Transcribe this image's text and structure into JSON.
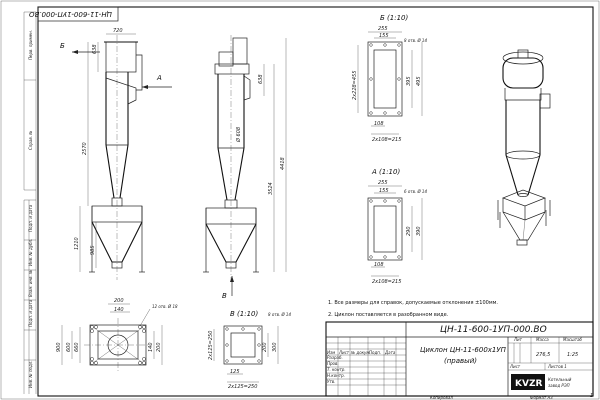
{
  "title_block": {
    "designation": "ЦН-11-600-1УП-000.ВО",
    "designation_rotated": "ЦН-11-600-1УП-000.ВО",
    "name_line1": "Циклон ЦН-11-600х1УП",
    "name_line2": "(правый)",
    "col_lit": "Лит",
    "col_mass": "Масса",
    "col_scale": "Масштаб",
    "mass": "276,5",
    "scale": "1:25",
    "sheet": "Лист",
    "sheets": "Листов 1",
    "row_izm": "Изм",
    "row_list": "Лист",
    "row_docnum": "№ докум.",
    "row_sign": "Подп.",
    "row_date": "Дата",
    "roles": [
      "Разраб.",
      "Пров.",
      "Т. контр.",
      "Н.контр.",
      "Утв."
    ],
    "logo": "KVZR",
    "company_line1": "Котельный",
    "company_line2": "завод РЭП",
    "copied": "Копировал",
    "format": "Формат А3"
  },
  "side_labels": [
    "Перв. примен.",
    "Справ. №",
    "Подп. и дата",
    "Инв. № дубл.",
    "Взам. инв. №",
    "Подп. и дата",
    "Инв. № подл."
  ],
  "notes": [
    "1. Все размеры для справок, допускаемые отклонения ±100мм.",
    "2. Циклон поставляется в разобранном виде."
  ],
  "views": {
    "B_title": "Б (1:10)",
    "A_title": "А (1:10)",
    "V_title": "В (1:10)",
    "arrow_B": "Б",
    "arrow_A": "А",
    "arrow_V": "В"
  },
  "dims_front": {
    "top_width": "720",
    "top_h": "638",
    "h2570": "2570",
    "h1210": "1210",
    "h985": "985"
  },
  "dims_side": {
    "dia": "Ø 608",
    "h638": "638",
    "h3524": "3524",
    "h4418": "4418"
  },
  "dims_B": {
    "w255": "255",
    "w155": "155",
    "holes": "8 отв. Ø 14",
    "h395": "395",
    "h495": "495",
    "v2x228": "2х228=455",
    "w108": "108",
    "w2x108": "2х108=215"
  },
  "dims_A": {
    "w255": "255",
    "w155": "155",
    "holes": "6 отв. Ø 14",
    "h290": "290",
    "h390": "390",
    "w108": "108",
    "w2x108": "2х108=215"
  },
  "dims_base": {
    "w200": "200",
    "w140": "140",
    "holes": "12 отв. Ø 18",
    "w900": "900",
    "w600": "600",
    "w660": "660",
    "w140b": "140",
    "h200": "200"
  },
  "dims_V": {
    "holes": "8 отв. Ø 14",
    "v2x125": "2х125=250",
    "h200": "200",
    "h300": "300",
    "w125": "125",
    "w2x125": "2х125=250"
  },
  "sheet_num": "1"
}
